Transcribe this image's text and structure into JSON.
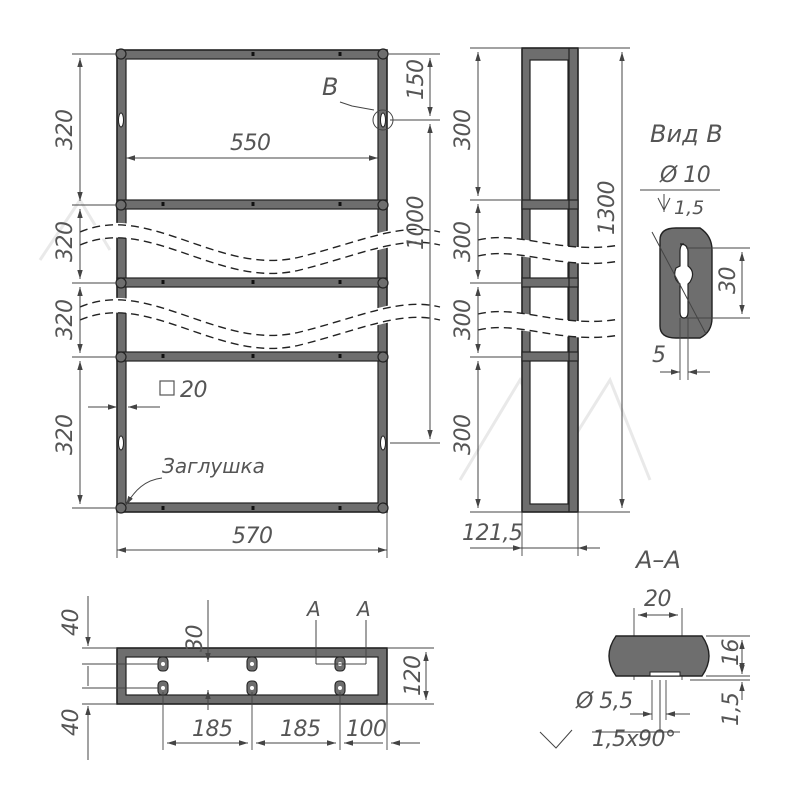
{
  "views": {
    "front": {
      "heights": [
        "320",
        "320",
        "320",
        "320"
      ],
      "inner_width": "550",
      "outer_width": "570",
      "mount_spacing": "1000",
      "top_offset": "150",
      "profile": "20",
      "view_marker": "B",
      "plug_label": "Заглушка"
    },
    "side": {
      "heights": [
        "300",
        "300",
        "300",
        "300"
      ],
      "total_height": "1300",
      "depth": "121,5"
    },
    "detail_b": {
      "title": "Вид B",
      "hole_diameter": "Ø 10",
      "hole_depth": "1,5",
      "slot_length": "30",
      "slot_width": "5"
    },
    "plan": {
      "top_margin": "40",
      "bottom_margin": "40",
      "bracket_offset": "30",
      "section_marker_left": "A",
      "section_marker_right": "A",
      "spacing_1": "185",
      "spacing_2": "185",
      "edge_offset": "100",
      "overall_depth": "120"
    },
    "section_aa": {
      "title": "A–A",
      "width": "20",
      "height": "16",
      "wall": "1,5",
      "hole": "Ø 5,5",
      "chamfer": "1,5x90°"
    }
  },
  "colors": {
    "steel": "#6e6e6e",
    "line": "#444444",
    "text": "#555555"
  }
}
